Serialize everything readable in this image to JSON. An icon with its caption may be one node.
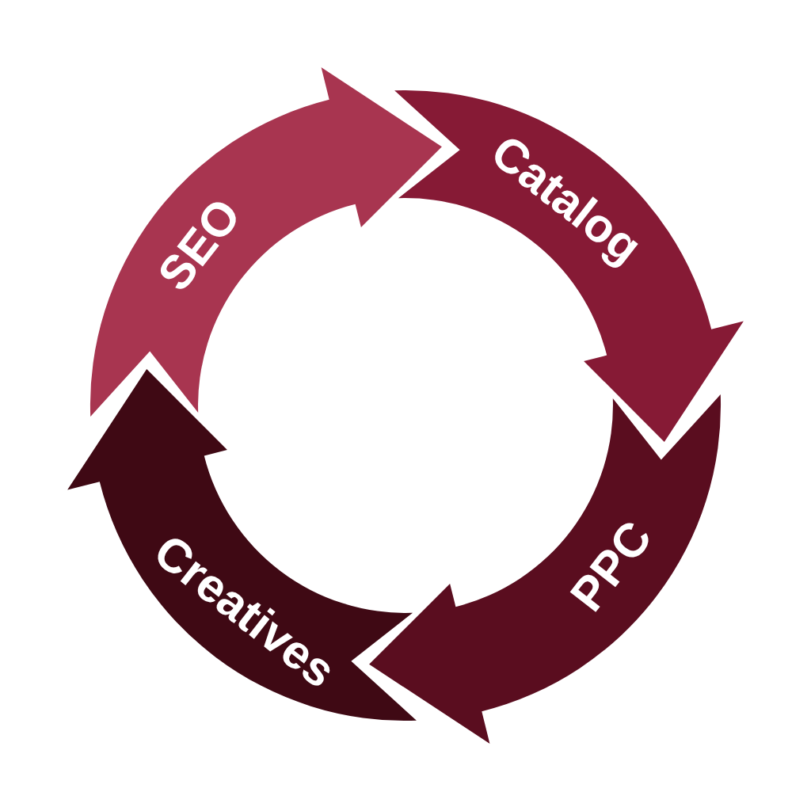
{
  "diagram": {
    "nodes": [
      {
        "text": [
          "SEO"
        ]
      },
      {
        "text": [
          "Catalog"
        ]
      },
      {
        "text": [
          "PPC"
        ]
      },
      {
        "text": [
          "Creatives"
        ]
      }
    ]
  }
}
